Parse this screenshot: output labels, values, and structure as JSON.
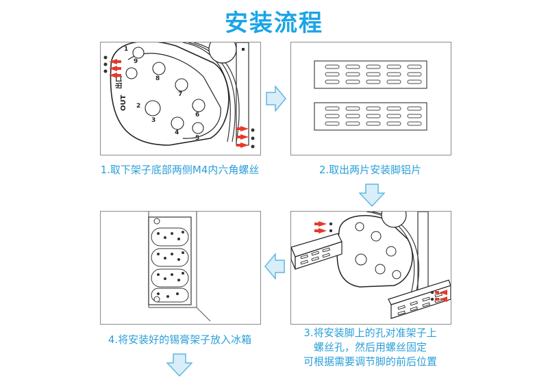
{
  "title": "安装流程",
  "steps": [
    {
      "caption": "1.取下架子底部两侧M4内六角螺丝"
    },
    {
      "caption": "2.取出两片安装脚铝片"
    },
    {
      "caption_lines": [
        "3.将安装脚上的孔对准架子上",
        "螺丝孔，然后用螺丝固定",
        "可根据需要调节脚的前后位置"
      ]
    },
    {
      "caption": "4.将安装好的锡膏架子放入冰箱"
    }
  ],
  "diagram_labels": {
    "out_top": "出口",
    "out_en": "OUT",
    "numbers": [
      "1",
      "2",
      "3",
      "4",
      "5",
      "6",
      "7",
      "8",
      "9"
    ]
  },
  "colors": {
    "accent": "#1aa4e8",
    "caption": "#2a9fd8",
    "arrow_fill": "#d9eef9",
    "arrow_stroke": "#5fb6e2",
    "marker_red": "#e53a2a"
  }
}
